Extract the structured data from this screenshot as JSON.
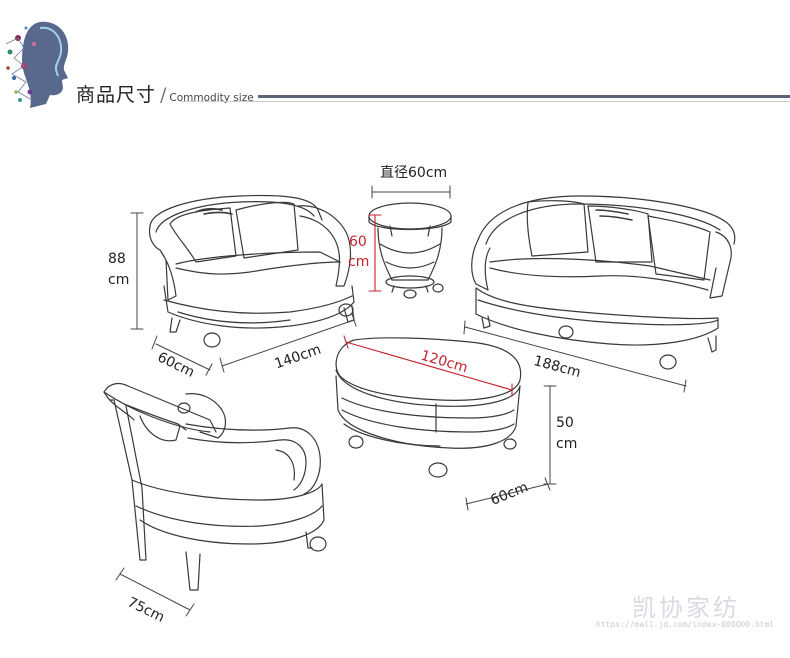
{
  "header": {
    "title_cn": "商品尺寸",
    "slash": "/",
    "title_en": "Commodity size"
  },
  "dimensions": {
    "sofa2_height": "88",
    "sofa2_height_unit": "cm",
    "sofa2_depth": "60cm",
    "sofa2_width": "140cm",
    "side_table_diameter": "直径60cm",
    "side_table_height": "60",
    "side_table_height_unit": "cm",
    "sofa3_width": "188cm",
    "coffee_table_length": "120cm",
    "coffee_table_height": "50",
    "coffee_table_height_unit": "cm",
    "coffee_table_depth": "60cm",
    "armchair_depth": "75cm"
  },
  "watermark": {
    "brand": "凯协家纺",
    "url": "https://mall.jd.com/index-000000.html"
  },
  "colors": {
    "line": "#3a3a3a",
    "accent_red": "#c4222b",
    "rule": "#5b6476"
  }
}
